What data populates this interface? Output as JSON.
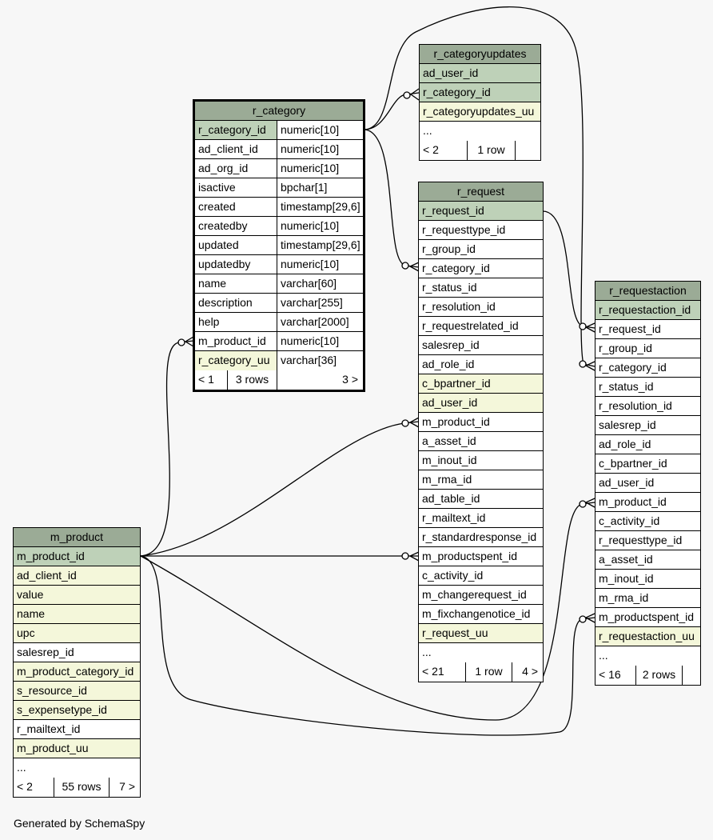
{
  "tables": {
    "r_category": {
      "name": "r_category",
      "columns": [
        {
          "name": "r_category_id",
          "type": "numeric[10]",
          "style": "pk"
        },
        {
          "name": "ad_client_id",
          "type": "numeric[10]",
          "style": ""
        },
        {
          "name": "ad_org_id",
          "type": "numeric[10]",
          "style": ""
        },
        {
          "name": "isactive",
          "type": "bpchar[1]",
          "style": ""
        },
        {
          "name": "created",
          "type": "timestamp[29,6]",
          "style": ""
        },
        {
          "name": "createdby",
          "type": "numeric[10]",
          "style": ""
        },
        {
          "name": "updated",
          "type": "timestamp[29,6]",
          "style": ""
        },
        {
          "name": "updatedby",
          "type": "numeric[10]",
          "style": ""
        },
        {
          "name": "name",
          "type": "varchar[60]",
          "style": ""
        },
        {
          "name": "description",
          "type": "varchar[255]",
          "style": ""
        },
        {
          "name": "help",
          "type": "varchar[2000]",
          "style": ""
        },
        {
          "name": "m_product_id",
          "type": "numeric[10]",
          "style": ""
        },
        {
          "name": "r_category_uu",
          "type": "varchar[36]",
          "style": "idx"
        }
      ],
      "footer": {
        "parents": "< 1",
        "rows": "3 rows",
        "children": "3 >"
      }
    },
    "r_categoryupdates": {
      "name": "r_categoryupdates",
      "columns": [
        {
          "name": "ad_user_id",
          "style": "pk"
        },
        {
          "name": "r_category_id",
          "style": "pk"
        },
        {
          "name": "r_categoryupdates_uu",
          "style": "idx"
        },
        {
          "name": "...",
          "style": ""
        }
      ],
      "footer": {
        "parents": "< 2",
        "rows": "1 row",
        "children": ""
      }
    },
    "r_request": {
      "name": "r_request",
      "columns": [
        {
          "name": "r_request_id",
          "style": "pk"
        },
        {
          "name": "r_requesttype_id",
          "style": ""
        },
        {
          "name": "r_group_id",
          "style": ""
        },
        {
          "name": "r_category_id",
          "style": ""
        },
        {
          "name": "r_status_id",
          "style": ""
        },
        {
          "name": "r_resolution_id",
          "style": ""
        },
        {
          "name": "r_requestrelated_id",
          "style": ""
        },
        {
          "name": "salesrep_id",
          "style": ""
        },
        {
          "name": "ad_role_id",
          "style": ""
        },
        {
          "name": "c_bpartner_id",
          "style": "idx"
        },
        {
          "name": "ad_user_id",
          "style": "idx"
        },
        {
          "name": "m_product_id",
          "style": ""
        },
        {
          "name": "a_asset_id",
          "style": ""
        },
        {
          "name": "m_inout_id",
          "style": ""
        },
        {
          "name": "m_rma_id",
          "style": ""
        },
        {
          "name": "ad_table_id",
          "style": ""
        },
        {
          "name": "r_mailtext_id",
          "style": ""
        },
        {
          "name": "r_standardresponse_id",
          "style": ""
        },
        {
          "name": "m_productspent_id",
          "style": ""
        },
        {
          "name": "c_activity_id",
          "style": ""
        },
        {
          "name": "m_changerequest_id",
          "style": ""
        },
        {
          "name": "m_fixchangenotice_id",
          "style": ""
        },
        {
          "name": "r_request_uu",
          "style": "idx"
        },
        {
          "name": "...",
          "style": ""
        }
      ],
      "footer": {
        "parents": "< 21",
        "rows": "1 row",
        "children": "4 >"
      }
    },
    "r_requestaction": {
      "name": "r_requestaction",
      "columns": [
        {
          "name": "r_requestaction_id",
          "style": "pk"
        },
        {
          "name": "r_request_id",
          "style": ""
        },
        {
          "name": "r_group_id",
          "style": ""
        },
        {
          "name": "r_category_id",
          "style": ""
        },
        {
          "name": "r_status_id",
          "style": ""
        },
        {
          "name": "r_resolution_id",
          "style": ""
        },
        {
          "name": "salesrep_id",
          "style": ""
        },
        {
          "name": "ad_role_id",
          "style": ""
        },
        {
          "name": "c_bpartner_id",
          "style": ""
        },
        {
          "name": "ad_user_id",
          "style": ""
        },
        {
          "name": "m_product_id",
          "style": ""
        },
        {
          "name": "c_activity_id",
          "style": ""
        },
        {
          "name": "r_requesttype_id",
          "style": ""
        },
        {
          "name": "a_asset_id",
          "style": ""
        },
        {
          "name": "m_inout_id",
          "style": ""
        },
        {
          "name": "m_rma_id",
          "style": ""
        },
        {
          "name": "m_productspent_id",
          "style": ""
        },
        {
          "name": "r_requestaction_uu",
          "style": "idx"
        },
        {
          "name": "...",
          "style": ""
        }
      ],
      "footer": {
        "parents": "< 16",
        "rows": "2 rows",
        "children": ""
      }
    },
    "m_product": {
      "name": "m_product",
      "columns": [
        {
          "name": "m_product_id",
          "style": "pk"
        },
        {
          "name": "ad_client_id",
          "style": "idx"
        },
        {
          "name": "value",
          "style": "idx"
        },
        {
          "name": "name",
          "style": "idx"
        },
        {
          "name": "upc",
          "style": "idx"
        },
        {
          "name": "salesrep_id",
          "style": ""
        },
        {
          "name": "m_product_category_id",
          "style": "idx"
        },
        {
          "name": "s_resource_id",
          "style": "idx"
        },
        {
          "name": "s_expensetype_id",
          "style": "idx"
        },
        {
          "name": "r_mailtext_id",
          "style": ""
        },
        {
          "name": "m_product_uu",
          "style": "idx"
        },
        {
          "name": "...",
          "style": ""
        }
      ],
      "footer": {
        "parents": "< 2",
        "rows": "55 rows",
        "children": "7 >"
      }
    }
  },
  "footer_text": "Generated by SchemaSpy"
}
